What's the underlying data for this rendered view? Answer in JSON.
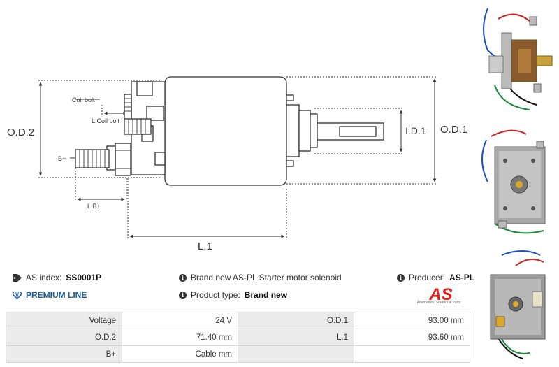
{
  "diagram": {
    "labels": {
      "od2": "O.D.2",
      "od1": "O.D.1",
      "id1": "I.D.1",
      "l1": "L.1",
      "coil_bolt": "Coil bolt",
      "l_coil_bolt": "L.Coil bolt",
      "b_plus": "B+",
      "l_b_plus": "L.B+"
    }
  },
  "info": {
    "as_index_label": "AS index:",
    "as_index_value": "SS0001P",
    "description": "Brand new AS-PL Starter motor solenoid",
    "producer_label": "Producer:",
    "producer_value": "AS-PL",
    "premium_line": "PREMIUM LINE",
    "product_type_label": "Product type:",
    "product_type_value": "Brand new"
  },
  "logo": {
    "mark": "AS",
    "tagline": "Alternators, Starters & Parts",
    "color": "#e2231a"
  },
  "specs": [
    {
      "label1": "Voltage",
      "value1": "24 V",
      "label2": "O.D.1",
      "value2": "93.00 mm"
    },
    {
      "label1": "O.D.2",
      "value1": "71.40 mm",
      "label2": "L.1",
      "value2": "93.60 mm"
    },
    {
      "label1": "B+",
      "value1": "Cable mm",
      "label2": "",
      "value2": ""
    }
  ],
  "icons": {
    "tag": "tag-icon",
    "info": "info-icon",
    "diamond": "diamond-icon"
  }
}
